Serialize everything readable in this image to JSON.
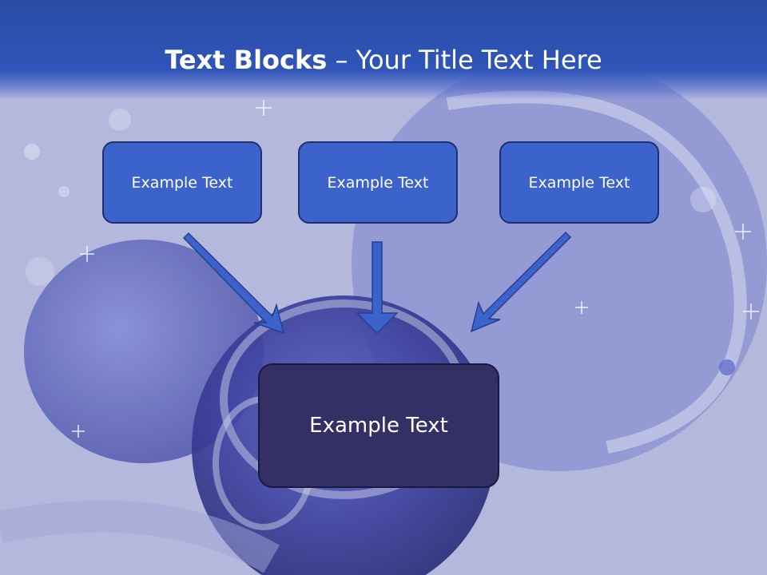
{
  "title": {
    "bold": "Text Blocks",
    "dash": " – ",
    "rest": "Your Title Text Here"
  },
  "blocks": [
    {
      "label": "Example Text"
    },
    {
      "label": "Example Text"
    },
    {
      "label": "Example Text"
    }
  ],
  "center": {
    "label": "Example Text"
  },
  "colors": {
    "header": "#2f55b8",
    "box": "#3c63cc",
    "center_box": "#343066",
    "arrow": "#3c63cc"
  }
}
